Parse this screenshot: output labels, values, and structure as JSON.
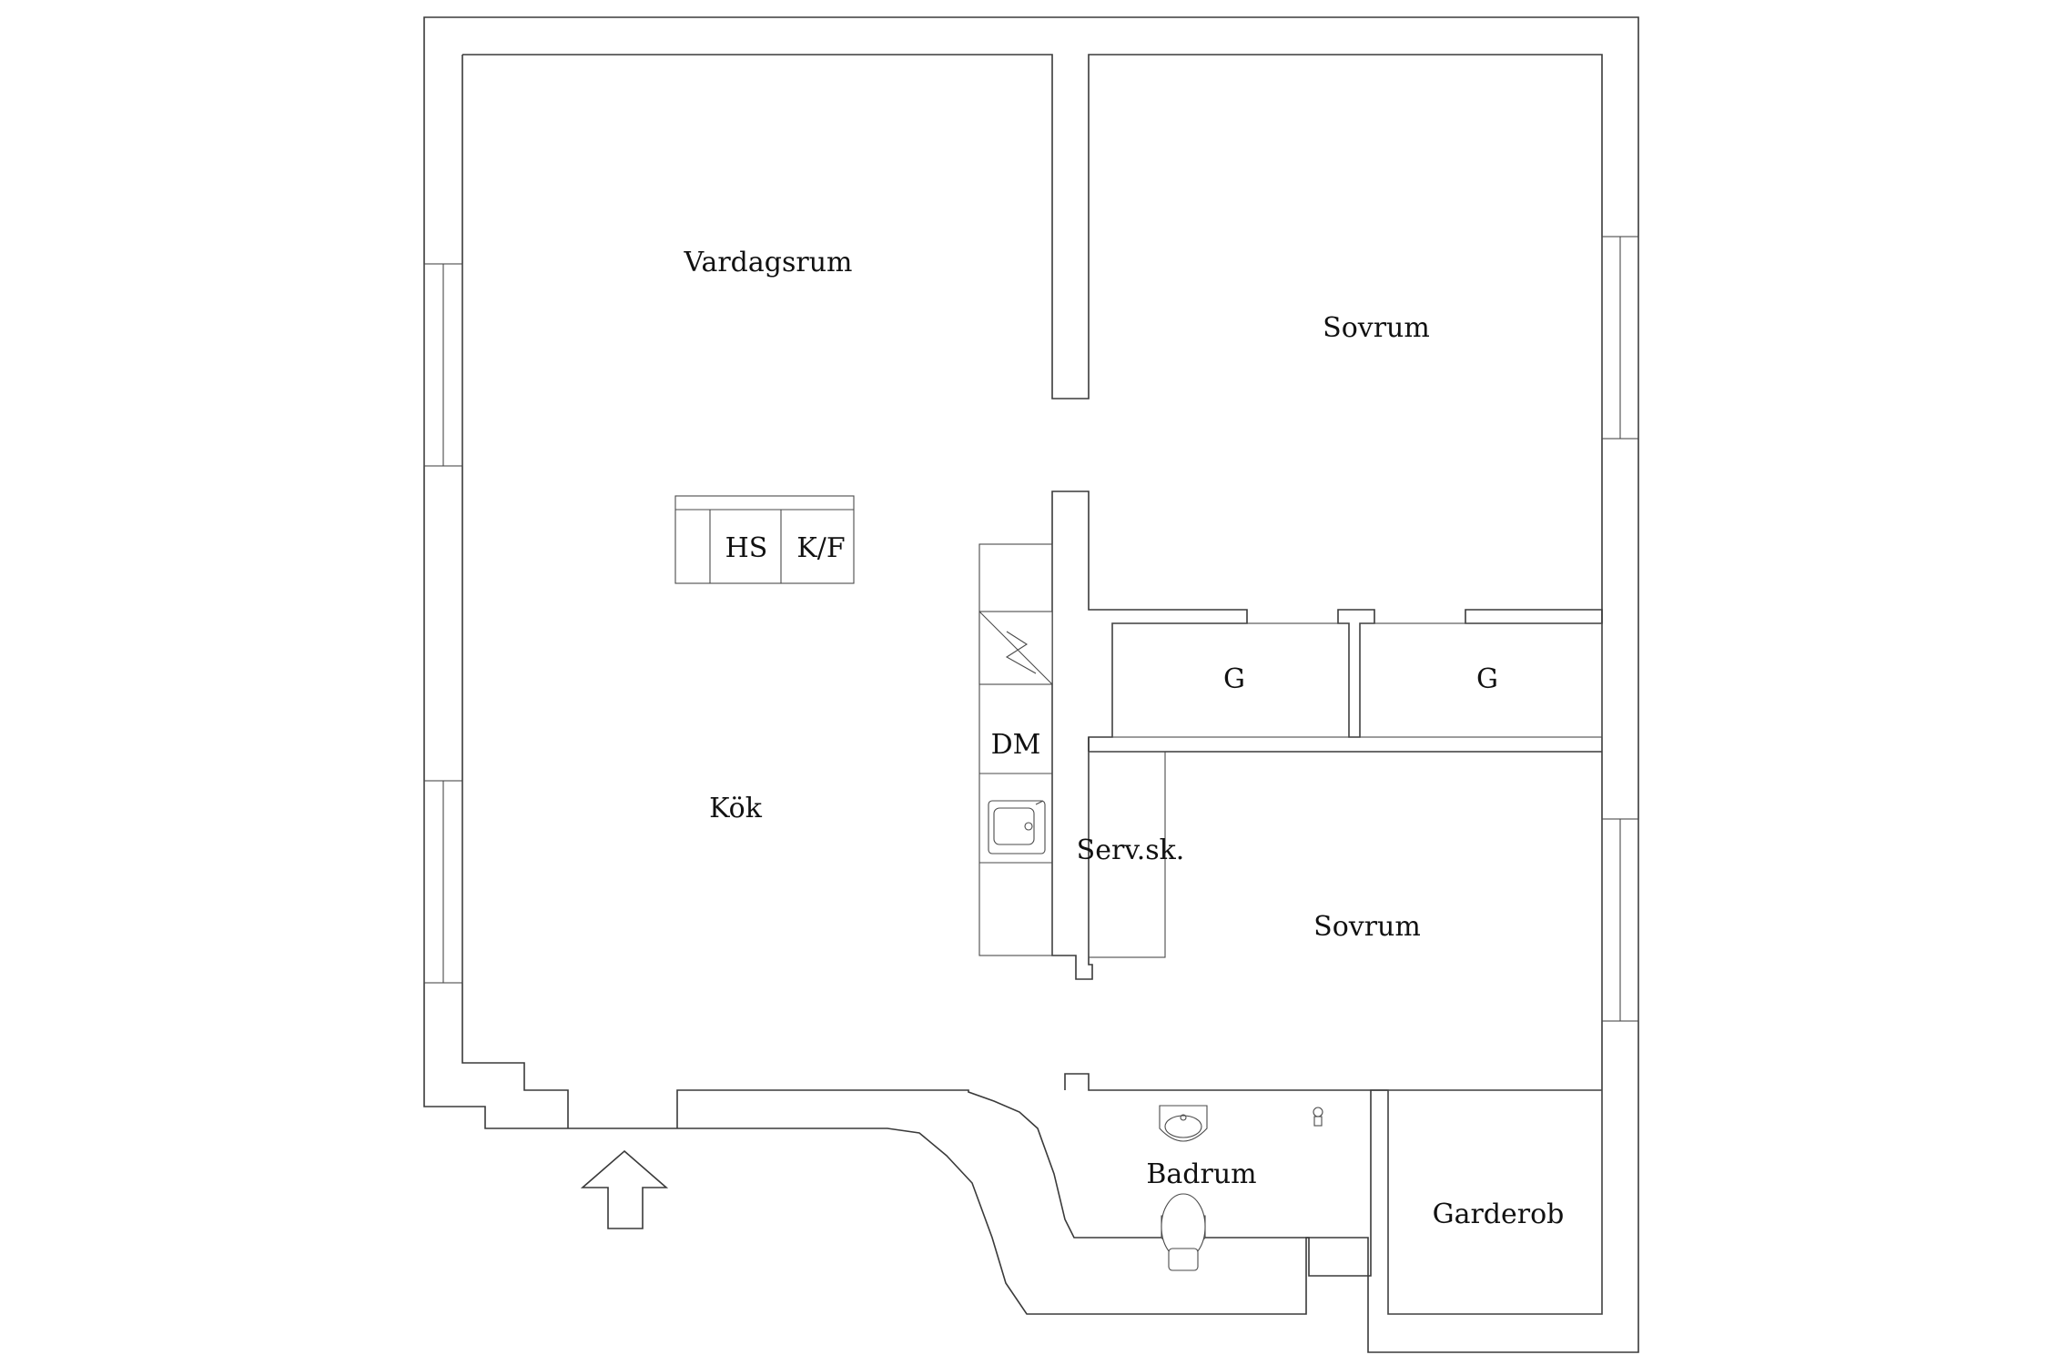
{
  "rooms": {
    "living": "Vardagsrum",
    "bedroom_top": "Sovrum",
    "bedroom_bottom": "Sovrum",
    "kitchen": "Kök",
    "bathroom": "Badrum",
    "wardrobe": "Garderob",
    "serving_closet": "Serv.sk.",
    "closet_left": "G",
    "closet_right": "G"
  },
  "appliances": {
    "hs": "HS",
    "kf": "K/F",
    "dm": "DM"
  },
  "icons": [
    "stove-icon",
    "sink-icon",
    "washbasin-icon",
    "toilet-icon",
    "entrance-arrow-icon"
  ],
  "colors": {
    "line": "#3a3a3a",
    "background": "#ffffff",
    "text": "#111111"
  }
}
